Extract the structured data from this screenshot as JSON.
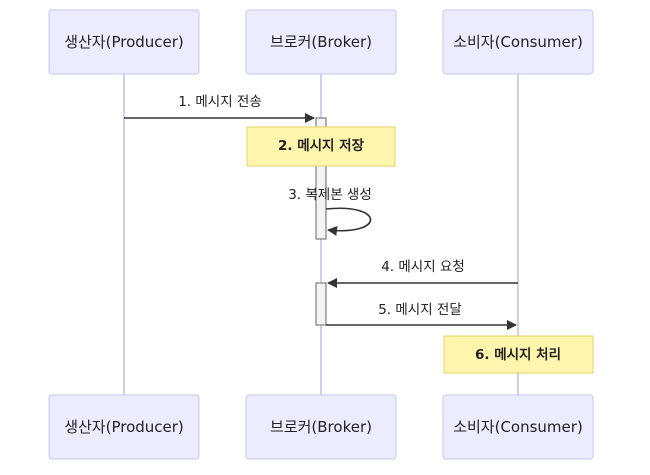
{
  "participants": {
    "producer": "생산자(Producer)",
    "broker": "브로커(Broker)",
    "consumer": "소비자(Consumer)"
  },
  "messages": {
    "m1": "1. 메시지 전송",
    "m3": "3. 복제본 생성",
    "m4": "4. 메시지 요청",
    "m5": "5. 메시지 전달"
  },
  "notes": {
    "n2": "2. 메시지 저장",
    "n6": "6. 메시지 처리"
  },
  "colors": {
    "actor_fill": "#ececff",
    "actor_stroke": "#c7c7ee",
    "note_fill": "#fff5ad",
    "note_stroke": "#e3d56a",
    "line": "#333333"
  }
}
